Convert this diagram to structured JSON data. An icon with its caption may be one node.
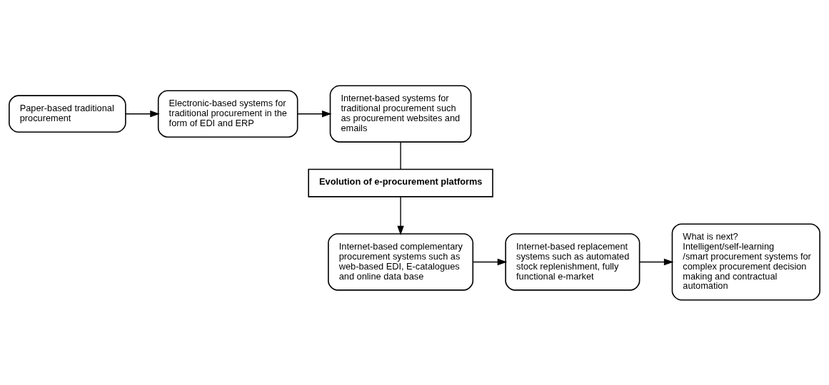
{
  "diagram": {
    "nodes": [
      {
        "text": [
          "Paper-based traditional procurement"
        ]
      },
      {
        "text": [
          "Electronic-based systems for traditional procurement in the form of EDI and ERP"
        ]
      },
      {
        "text": [
          "Internet-based systems for traditional procurement such as procurement websites and emails"
        ]
      },
      {
        "text": [
          "Evolution of e-procurement platforms"
        ]
      },
      {
        "text": [
          "Internet-based complementary procurement systems such as web-based EDI, E-catalogues and online data base"
        ]
      },
      {
        "text": [
          "Internet-based replacement systems such as automated stock replenishment, fully functional e-market"
        ]
      },
      {
        "text": [
          "What is next? Intelligent/self-learning /smart procurement systems for complex procurement decision making and contractual automation"
        ]
      }
    ],
    "edges": [
      {
        "from": 0,
        "to": 1,
        "arrow": "to"
      },
      {
        "from": 1,
        "to": 2,
        "arrow": "to"
      },
      {
        "from": 2,
        "to": 3,
        "arrow": "none"
      },
      {
        "from": 3,
        "to": 4,
        "arrow": "to"
      },
      {
        "from": 4,
        "to": 5,
        "arrow": "to"
      },
      {
        "from": 5,
        "to": 6,
        "arrow": "to"
      }
    ]
  }
}
